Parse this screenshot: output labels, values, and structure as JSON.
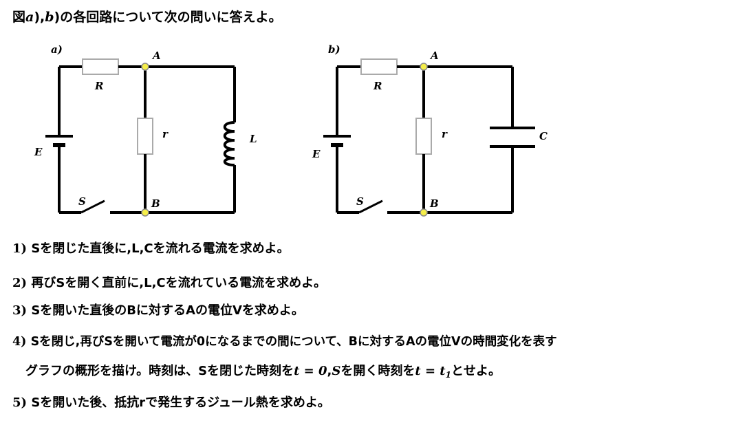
{
  "title": {
    "prefix": "図",
    "label_a": "a",
    "sep1": "),",
    "label_b": "b",
    "suffix": ")の各回路について次の問いに答えよ。"
  },
  "circuit_a": {
    "caption": "a)",
    "node_top": "A",
    "node_bottom": "B",
    "resistor_top": "R",
    "resistor_mid": "r",
    "inductor": "L",
    "battery": "E",
    "switch": "S"
  },
  "circuit_b": {
    "caption": "b)",
    "node_top": "A",
    "node_bottom": "B",
    "resistor_top": "R",
    "resistor_mid": "r",
    "capacitor": "C",
    "battery": "E",
    "switch": "S"
  },
  "questions": [
    {
      "num": "1)",
      "text": "Sを閉じた直後に,L,Cを流れる電流を求めよ。"
    },
    {
      "num": "2)",
      "text": "再びSを開く直前に,L,Cを流れている電流を求めよ。"
    },
    {
      "num": "3)",
      "text": "Sを開いた直後のBに対するAの電位Vを求めよ。"
    },
    {
      "num": "4)",
      "text": "Sを閉じ,再びSを開いて電流が0になるまでの間について、Bに対するAの電位Vの時間変化を表す"
    },
    {
      "line2_a": "グラフの概形を描け。時刻は、Sを閉じた時刻を",
      "math1": "t = 0",
      "line2_b": ",",
      "line2_s": "S",
      "line2_c": "を開く時刻を",
      "math2": "t = t",
      "math2_sub": "1",
      "line2_d": "とせよ。"
    },
    {
      "num": "5)",
      "text": "Sを開いた後、抵抗rで発生するジュール熱を求めよ。"
    }
  ]
}
